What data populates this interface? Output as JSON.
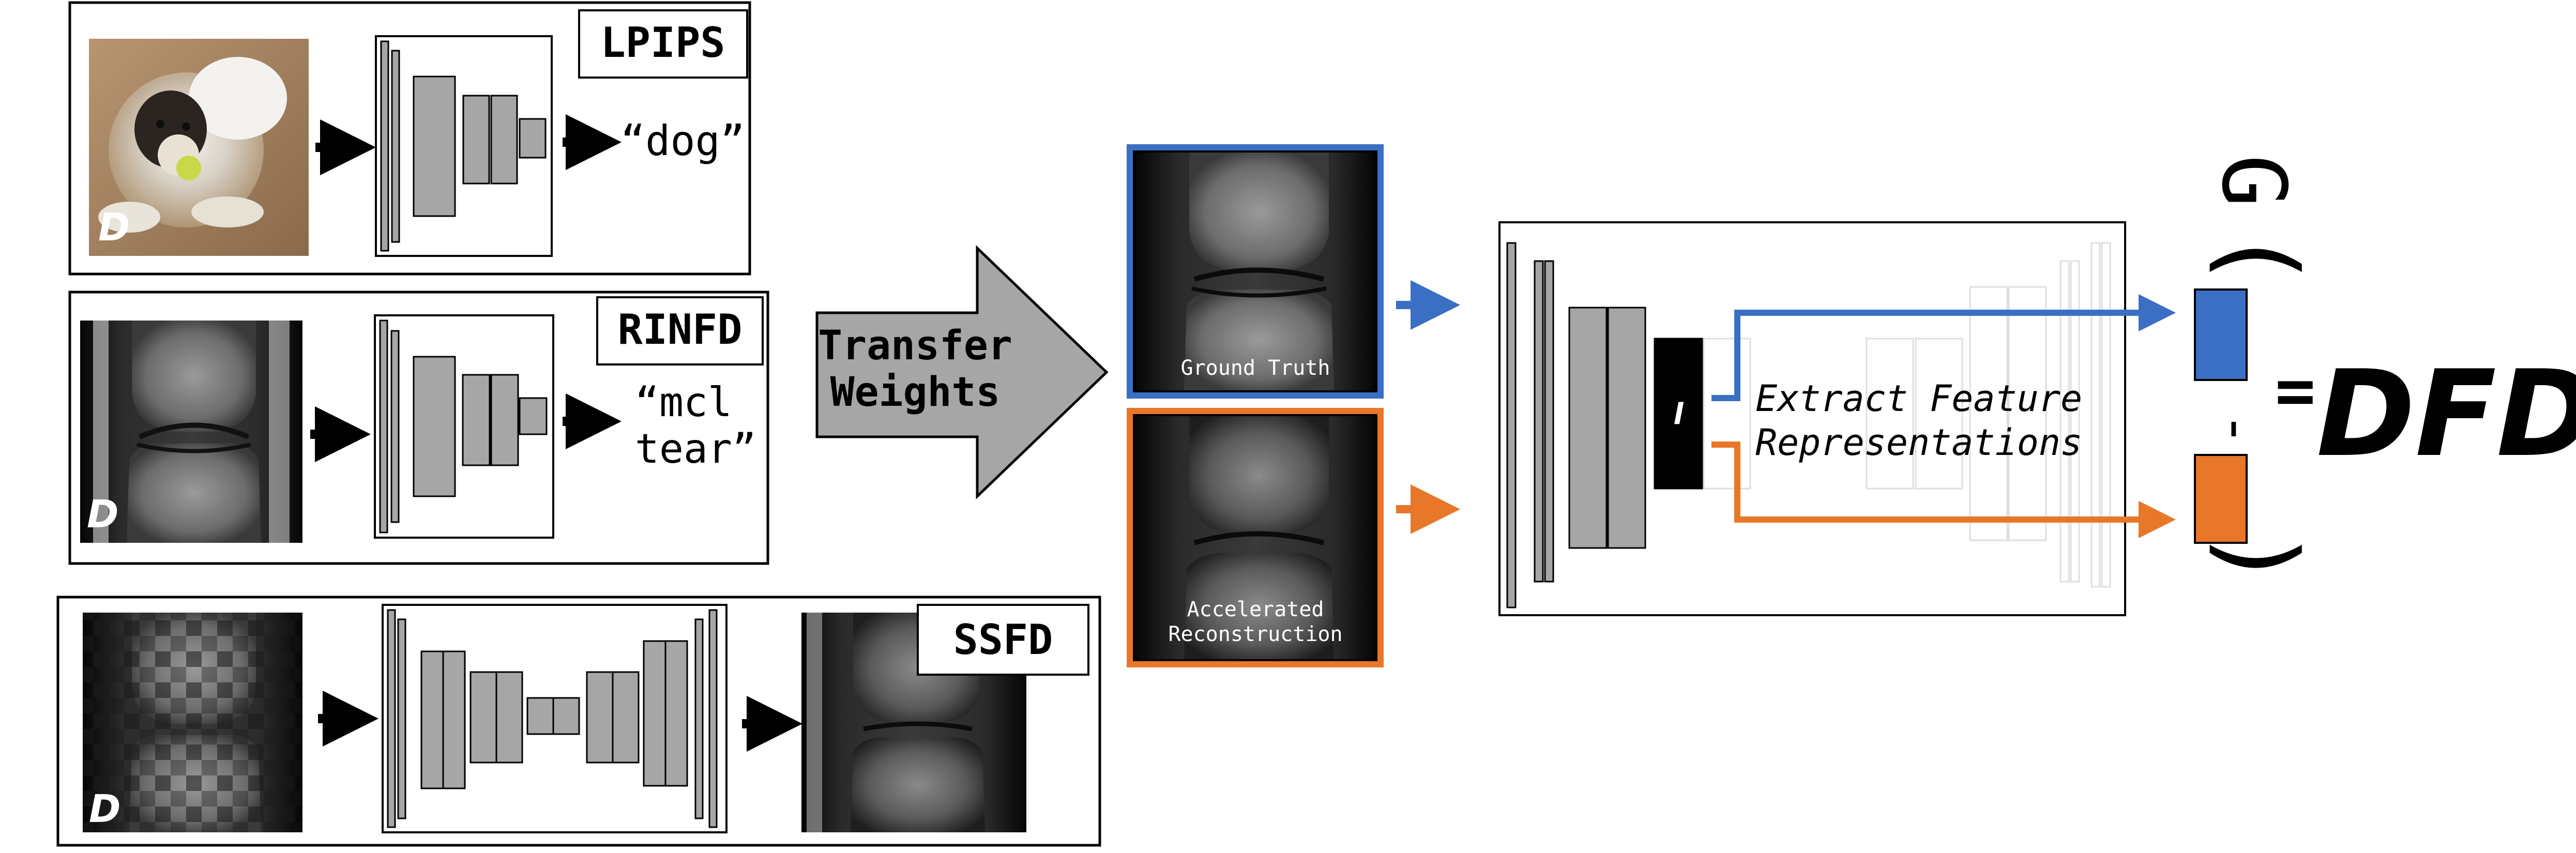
{
  "panels": {
    "lpips": {
      "title": "LPIPS",
      "output": "“dog”",
      "input_marker": "D"
    },
    "rinfd": {
      "title": "RINFD",
      "output_line1": "“mcl",
      "output_line2": "tear”",
      "input_marker": "D"
    },
    "ssfd": {
      "title": "SSFD",
      "input_marker": "D"
    }
  },
  "transfer": {
    "line1": "Transfer",
    "line2": "Weights"
  },
  "images": {
    "ground_truth_label": "Ground Truth",
    "accelerated_line1": "Accelerated",
    "accelerated_line2": "Reconstruction"
  },
  "extract": {
    "layer_marker": "l",
    "line1": "Extract Feature",
    "line2": "Representations"
  },
  "formula": {
    "g": "G",
    "open_paren": "(",
    "minus": "-",
    "close_paren": ")",
    "equals": "=",
    "result": "DFD"
  },
  "colors": {
    "ground_truth_blue": "#3a6fc4",
    "reconstruction_orange": "#e8772a",
    "layer_gray": "#a6a6a6",
    "arrow_gray": "#a6a6a6",
    "marker_black": "#000000"
  }
}
